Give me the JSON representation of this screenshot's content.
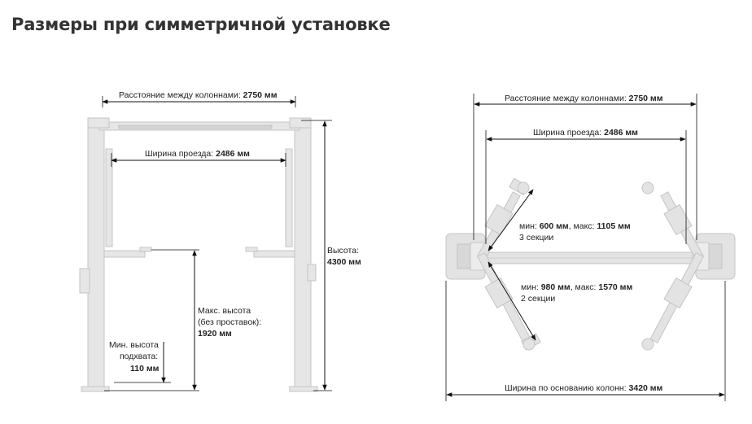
{
  "title": "Размеры при симметричной установке",
  "colors": {
    "lift": "#d9d9d9",
    "lift_stroke": "#bdbdbd",
    "dim": "#111111",
    "text": "#222222"
  },
  "front_view": {
    "column_distance": {
      "label": "Расстояние между колоннами: ",
      "value": "2750 мм"
    },
    "drive_width": {
      "label": "Ширина проезда: ",
      "value": "2486 мм"
    },
    "height": {
      "label": "Высота:",
      "value": "4300 мм"
    },
    "max_height": {
      "line1": "Макс. высота",
      "line2": "(без проставок):",
      "value": "1920 мм"
    },
    "min_height": {
      "line1": "Мин. высота",
      "line2": "подхвата:",
      "value": "110 мм"
    }
  },
  "top_view": {
    "column_distance": {
      "label": "Расстояние между колоннами: ",
      "value": "2750 мм"
    },
    "drive_width": {
      "label": "Ширина проезда: ",
      "value": "2486 мм"
    },
    "arm_short": {
      "min_label": "мин: ",
      "min_value": "600 мм",
      "max_label": ", макс: ",
      "max_value": "1105 мм",
      "sections": "3 секции"
    },
    "arm_long": {
      "min_label": "мин: ",
      "min_value": "980 мм",
      "max_label": ", макс: ",
      "max_value": "1570 мм",
      "sections": "2 секции"
    },
    "base_width": {
      "label": "Ширина по основанию колонн: ",
      "value": "3420 мм"
    }
  }
}
